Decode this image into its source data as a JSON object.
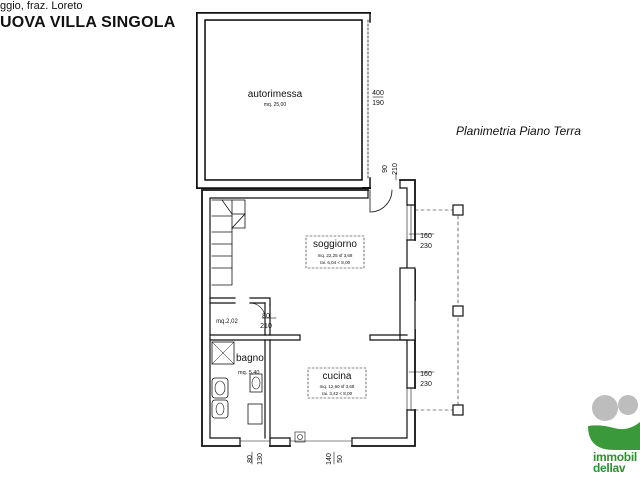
{
  "header": {
    "location": "ggio, fraz. Loreto",
    "title": "UOVA VILLA SINGOLA"
  },
  "plan": {
    "subtitle": "Planimetria Piano Terra",
    "rooms": {
      "autorimessa": {
        "name": "autorimessa",
        "area": "mq. 25,00"
      },
      "soggiorno": {
        "name": "soggiorno",
        "area": "mq. 22,25  sf 3,68",
        "ratio": "rai. 6,04 < 8,00"
      },
      "disimpegno": {
        "area": "mq.2,02"
      },
      "bagno": {
        "name": "bagno",
        "area": "mq. 5,40"
      },
      "cucina": {
        "name": "cucina",
        "area": "mq. 12,60 sf 3,68",
        "ratio": "rai. 3,42 < 8,00"
      }
    },
    "dims": {
      "garage_door_w": "400",
      "garage_door_h": "190",
      "entry_w": "90",
      "entry_h": "210",
      "window1_w": "160",
      "window1_h": "230",
      "door_int_w": "80",
      "door_int_h": "210",
      "window2_w": "160",
      "window2_h": "230",
      "bath_win_w": "80",
      "bath_win_h": "130",
      "kitchen_win_w": "140",
      "kitchen_win_h": "50"
    }
  },
  "branding": {
    "line1": "immobil",
    "line2": "dellav",
    "logo_color": "#3a9a3a",
    "logo_gray": "#bdbdbd"
  }
}
